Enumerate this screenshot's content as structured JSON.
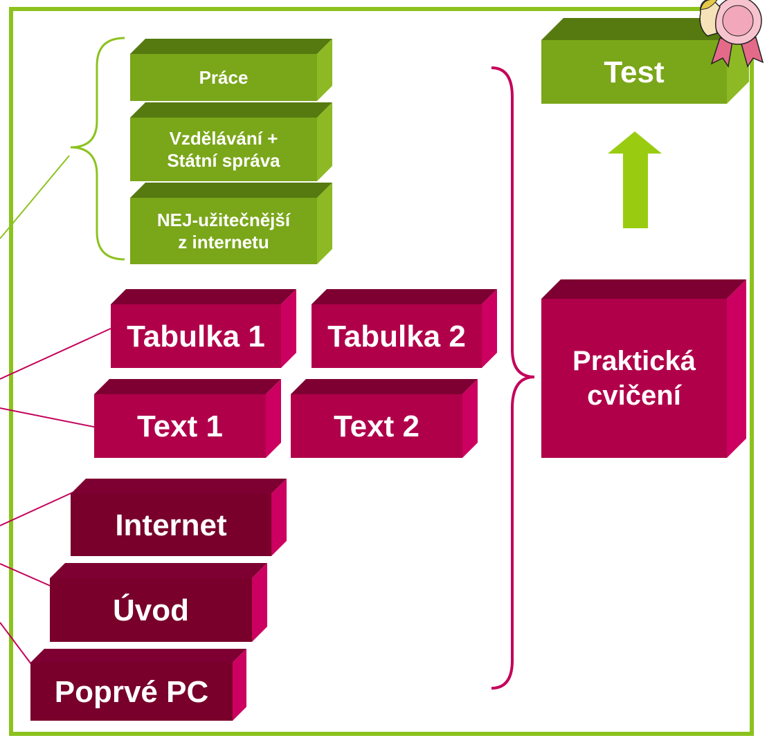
{
  "colors": {
    "frame": "#8cc21e",
    "green_front": "#7aa61a",
    "green_top": "#567a10",
    "green_side": "#8dba24",
    "magenta_front": "#b0004a",
    "magenta_top": "#7e0032",
    "magenta_side": "#cc0060",
    "dark_front": "#78002a",
    "brace_magenta": "#c4005a",
    "arrow": "#99cc11"
  },
  "green_blocks": [
    {
      "label": "Práce"
    },
    {
      "label": "Vzdělávání +\nStátní správa"
    },
    {
      "label": "NEJ-užitečnější\nz internetu"
    }
  ],
  "test_block": {
    "label": "Test"
  },
  "practice_block": {
    "label": "Praktická\ncvičení"
  },
  "exercise_blocks": [
    {
      "label": "Tabulka 1"
    },
    {
      "label": "Tabulka 2"
    },
    {
      "label": "Text 1"
    },
    {
      "label": "Text 2"
    }
  ],
  "stair_blocks": [
    {
      "label": "Internet"
    },
    {
      "label": "Úvod"
    },
    {
      "label": "Poprvé PC"
    }
  ],
  "icons": {
    "certificate": "certificate-ribbon-icon",
    "arrow": "arrow-up-icon"
  }
}
